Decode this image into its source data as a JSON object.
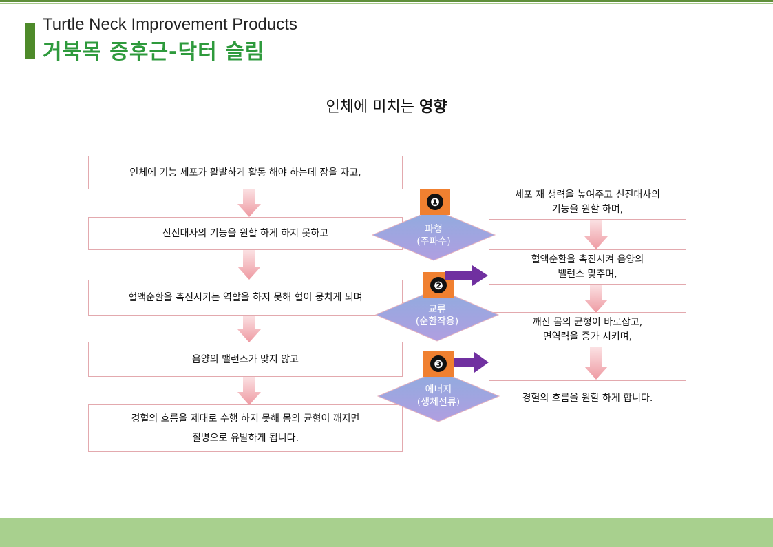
{
  "header": {
    "title_en": "Turtle Neck Improvement Products",
    "title_ko": "거북목 증후근-닥터 슬림"
  },
  "heading": {
    "prefix": "인체에 미치는 ",
    "emphasis": "영향"
  },
  "left_flow": [
    "인체에 기능 세포가 활발하게 활동 해야 하는데 잠을 자고,",
    "신진대사의 기능을 원할 하게 하지 못하고",
    "혈액순환을 촉진시키는 역할을 하지 못해 혈이 뭉치게 되며",
    "음양의 밸런스가 맞지 않고",
    "경혈의 흐름을 제대로 수행 하지 못해 몸의 균형이 깨지면\n질병으로 유발하게 됩니다."
  ],
  "steps": [
    {
      "number": "❶",
      "line1": "파형",
      "line2": "(주파수)"
    },
    {
      "number": "❷",
      "line1": "교류",
      "line2": "(순환작용)"
    },
    {
      "number": "❸",
      "line1": "에너지",
      "line2": "(생체전류)"
    }
  ],
  "right_flow": [
    "세포 재 생력을 높여주고 신진대사의\n기능을 원할 하며,",
    "혈액순환을 촉진시켜 음양의\n밸런스 맞추며,",
    "깨진 몸의 균형이 바로잡고,\n면역력을 증가 시키며,",
    "경혈의 흐름을 원할 하게 합니다."
  ],
  "colors": {
    "accent_green": "#2e9a3c",
    "bar_green": "#4e8a2a",
    "footer_green": "#a8d08e",
    "box_border": "#e3a9ae",
    "badge_orange": "#f08030",
    "diamond_blue": "#8ea6de",
    "diamond_purple": "#a99adf",
    "arrow_purple": "#7030a0",
    "arrow_pink": "#f2b3b8"
  }
}
